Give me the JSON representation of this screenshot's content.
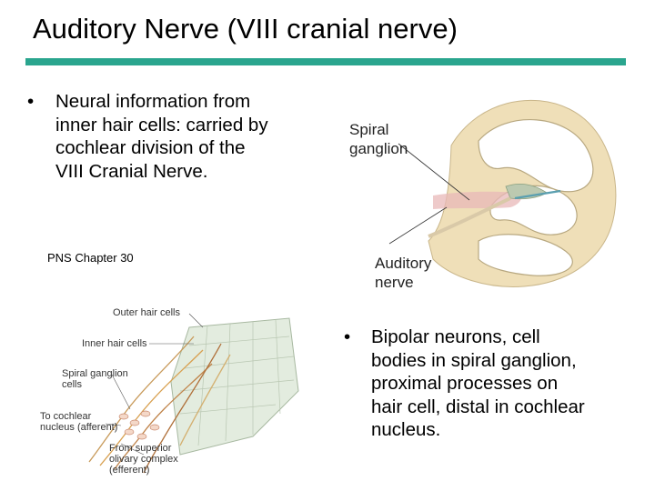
{
  "slide": {
    "title": "Auditory Nerve (VIII cranial nerve)",
    "accent_color": "#2aa58e"
  },
  "bullet1": {
    "symbol": "•",
    "text": "Neural information from\ninner hair cells: carried by\ncochlear division of the\nVIII Cranial Nerve."
  },
  "caption": "PNS Chapter 30",
  "figure_cochlea": {
    "label_spiral": "Spiral\nganglion",
    "label_spiral_line1": "Spiral",
    "label_spiral_line2": "ganglion",
    "label_nerve_line1": "Auditory",
    "label_nerve_line2": "nerve"
  },
  "figure_hair_cells": {
    "outer": "Outer hair cells",
    "inner": "Inner hair cells",
    "spiral_line1": "Spiral ganglion",
    "spiral_line2": "cells",
    "cochlear_line1": "To cochlear",
    "cochlear_line2": "nucleus (afferent)",
    "superior_line1": "From superior",
    "superior_line2": "olivary complex",
    "superior_line3": "(efferent)"
  },
  "bullet2": {
    "symbol": "•",
    "text": "Bipolar neurons, cell\nbodies in spiral ganglion,\nproximal processes on\nhair cell, distal in cochlear\nnucleus."
  }
}
